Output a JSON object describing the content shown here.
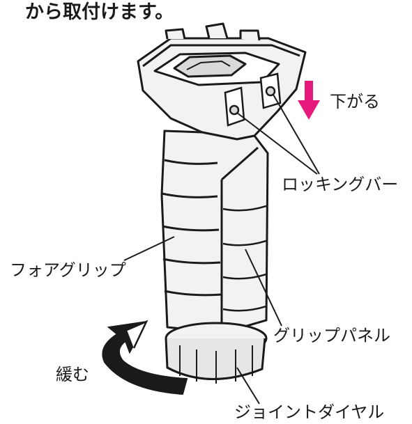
{
  "instruction_text": "から取付けます。",
  "labels": {
    "down_label": "下がる",
    "locking_bar": "ロッキングバー",
    "fore_grip": "フォアグリップ",
    "grip_panel": "グリップパネル",
    "loosen": "緩む",
    "joint_dial": "ジョイントダイヤル"
  },
  "colors": {
    "arrow": "#e6197d",
    "outline": "#1a1a1a",
    "part_fill": "#f2f2f2",
    "shade_fill": "#d9d9d9"
  }
}
